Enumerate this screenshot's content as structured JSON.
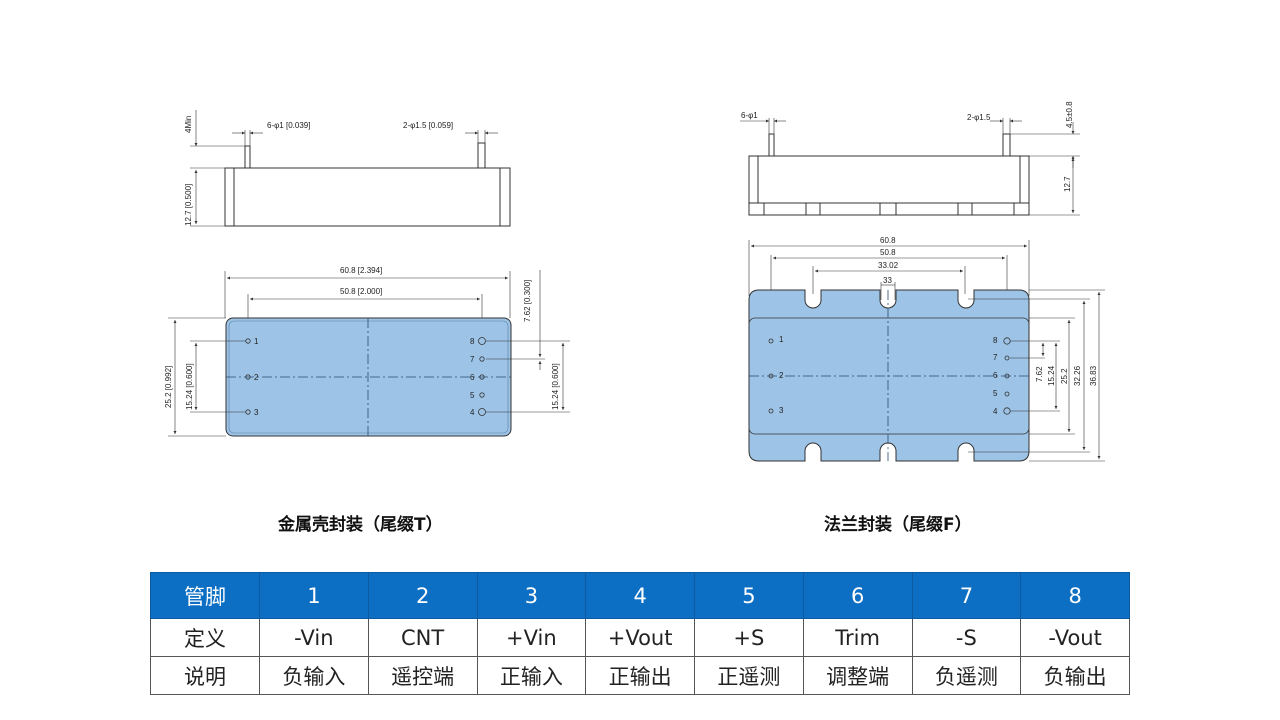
{
  "left_drawing": {
    "caption": "金属壳封装（尾缀T）",
    "dims": {
      "pin_min": "4Min",
      "pin6": "6-φ1 [0.039]",
      "pin2": "2-φ1.5 [0.059]",
      "height": "12.7 [0.500]",
      "width_overall": "60.8 [2.394]",
      "width_pins": "50.8 [2.000]",
      "height_overall": "25.2 [0.992]",
      "left_pin_span": "15.24 [0.600]",
      "pin_pitch": "7.62 [0.300]",
      "right_pin_span": "15.24 [0.600]"
    },
    "pins": [
      "1",
      "2",
      "3",
      "4",
      "5",
      "6",
      "7",
      "8"
    ]
  },
  "right_drawing": {
    "caption": "法兰封装（尾缀F）",
    "dims": {
      "pin6": "6-φ1",
      "pin2": "2-φ1.5",
      "pin_len": "4.5±0.8",
      "height": "12.7",
      "w1": "60.8",
      "w2": "50.8",
      "w3": "33.02",
      "w4": "33",
      "v1": "7.62",
      "v2": "15.24",
      "v3": "25.2",
      "v4": "32.26",
      "v5": "36.83"
    },
    "pins": [
      "1",
      "2",
      "3",
      "4",
      "5",
      "6",
      "7",
      "8"
    ]
  },
  "colors": {
    "body_fill": "#9dc3e6",
    "header": "#0d6fc3"
  },
  "table": {
    "header": [
      "管脚",
      "1",
      "2",
      "3",
      "4",
      "5",
      "6",
      "7",
      "8"
    ],
    "definition": [
      "定义",
      "-Vin",
      "CNT",
      "+Vin",
      "+Vout",
      "+S",
      "Trim",
      "-S",
      "-Vout"
    ],
    "description": [
      "说明",
      "负输入",
      "遥控端",
      "正输入",
      "正输出",
      "正遥测",
      "调整端",
      "负遥测",
      "负输出"
    ]
  }
}
